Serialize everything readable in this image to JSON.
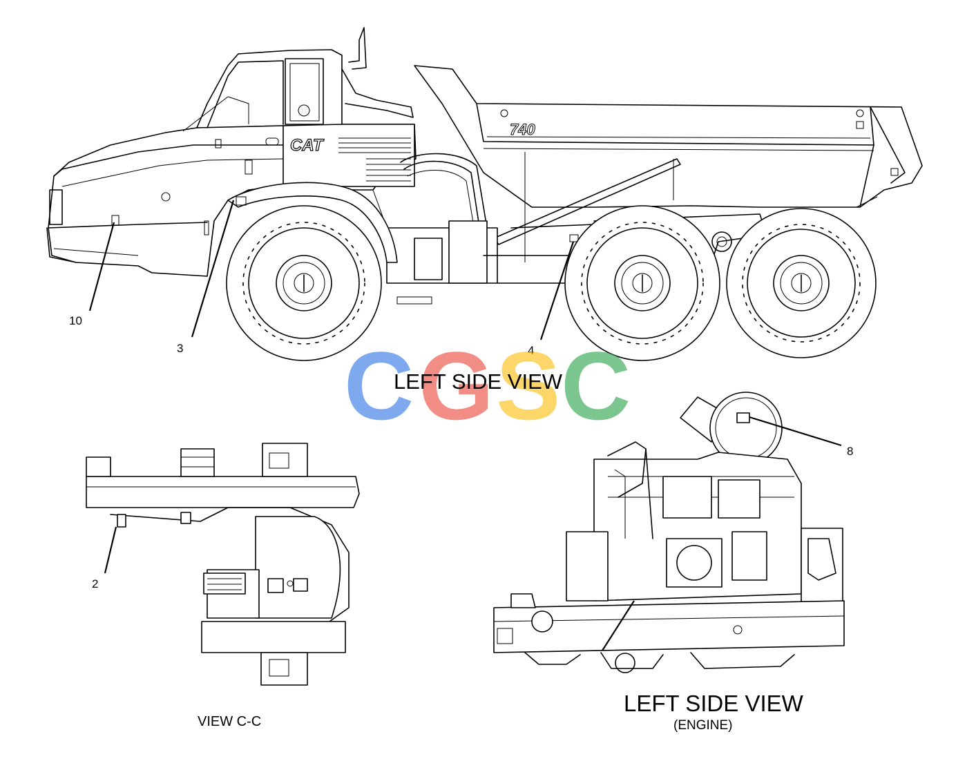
{
  "truck_model": "740",
  "truck_brand": "CAT",
  "callouts": [
    {
      "id": "10",
      "text": "10"
    },
    {
      "id": "3",
      "text": "3"
    },
    {
      "id": "4",
      "text": "4"
    },
    {
      "id": "8",
      "text": "8"
    },
    {
      "id": "2",
      "text": "2"
    }
  ],
  "view_titles": {
    "truck": "LEFT SIDE VIEW",
    "engine": "LEFT SIDE VIEW",
    "engine_sub": "(ENGINE)",
    "section": "VIEW C-C"
  },
  "watermark": {
    "letters": [
      "C",
      "G",
      "S",
      "C"
    ],
    "colors": [
      "#4a86e8",
      "#ea4335",
      "#fbbc04",
      "#34a853"
    ]
  }
}
